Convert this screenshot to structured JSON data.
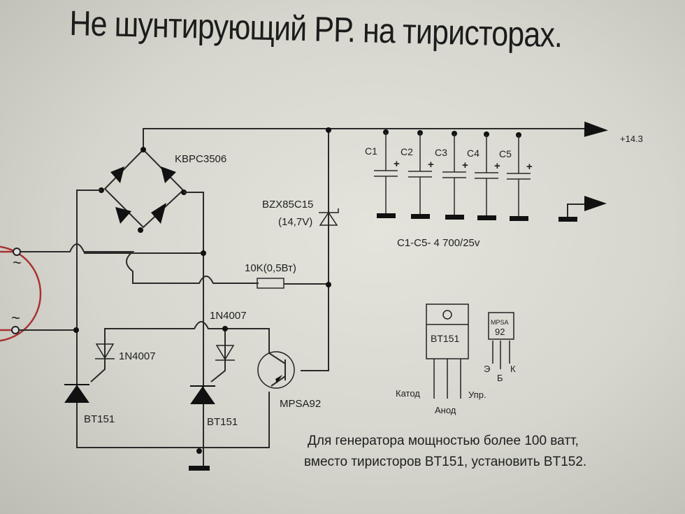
{
  "title": "Не шунтирующий РР. на тиристорах.",
  "components": {
    "bridge": {
      "label": "KBPC3506"
    },
    "zener": {
      "label": "BZX85C15",
      "voltage": "(14,7V)"
    },
    "resistor": {
      "label": "10K(0,5Вт)"
    },
    "diode_top": {
      "label": "1N4007"
    },
    "diode_left": {
      "label": "1N4007"
    },
    "thyristor_left": {
      "label": "BT151"
    },
    "thyristor_right": {
      "label": "BT151"
    },
    "transistor": {
      "label": "MPSA92"
    },
    "capacitors": [
      "C1",
      "C2",
      "C3",
      "C4",
      "C5"
    ],
    "capacitor_polarity": "+",
    "capacitor_note": "C1-C5- 4 700/25v",
    "output_label": "+14.3",
    "ac_symbol": "~"
  },
  "pinouts": {
    "bt151": {
      "name": "BT151",
      "pins": [
        "Катод",
        "Анод",
        "Упр."
      ]
    },
    "mpsa92": {
      "name_line1": "MPSA",
      "name_line2": "92",
      "pins": [
        "Э",
        "Б",
        "К"
      ]
    }
  },
  "note": {
    "line1": "Для генератора мощностью более 100 ватт,",
    "line2": "вместо тиристоров BT151, установить BT152."
  },
  "colors": {
    "wire": "#2a2a2a",
    "generator": "#a83232"
  }
}
